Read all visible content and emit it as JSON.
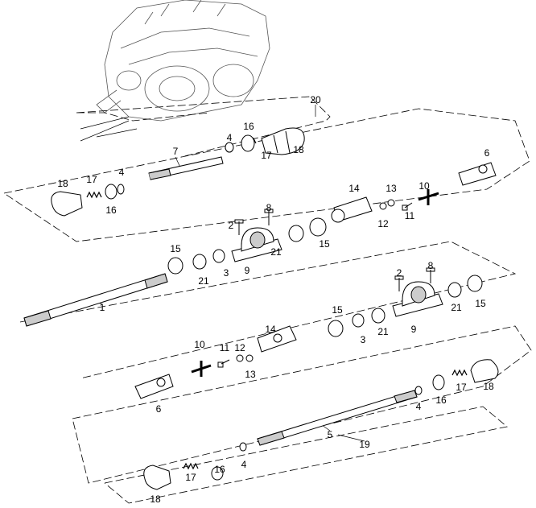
{
  "diagram": {
    "title": "Drive shaft assembly exploded view",
    "callouts": [
      "20",
      "4",
      "16",
      "17",
      "18",
      "7",
      "18",
      "17",
      "4",
      "16",
      "10",
      "6",
      "14",
      "13",
      "12",
      "11",
      "2",
      "8",
      "9",
      "21",
      "15",
      "15",
      "21",
      "3",
      "1",
      "2",
      "8",
      "9",
      "21",
      "15",
      "15",
      "14",
      "3",
      "21",
      "10",
      "11",
      "12",
      "13",
      "6",
      "4",
      "16",
      "17",
      "18",
      "5",
      "19",
      "18",
      "17",
      "16",
      "4"
    ]
  },
  "colors": {
    "line": "#000000",
    "fill": "#ffffff",
    "shade": "#bdbdbd"
  }
}
